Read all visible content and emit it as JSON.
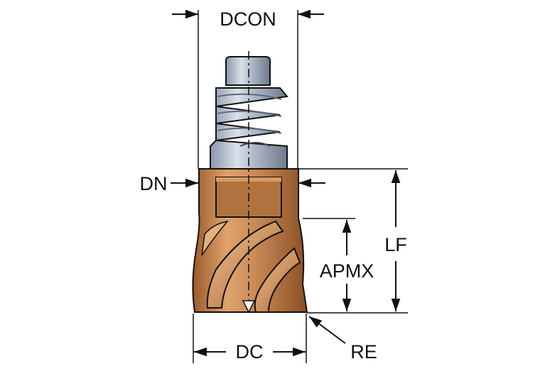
{
  "diagram": {
    "labels": {
      "dcon": "DCON",
      "dn": "DN",
      "lf": "LF",
      "apmx": "APMX",
      "dc": "DC",
      "re": "RE"
    },
    "colors": {
      "outline": "#111111",
      "copper": "#c98a55",
      "copper_dark": "#8a4f24",
      "steel": "#b8c2d2",
      "steel_dark": "#7d889c",
      "background": "#ffffff"
    }
  }
}
